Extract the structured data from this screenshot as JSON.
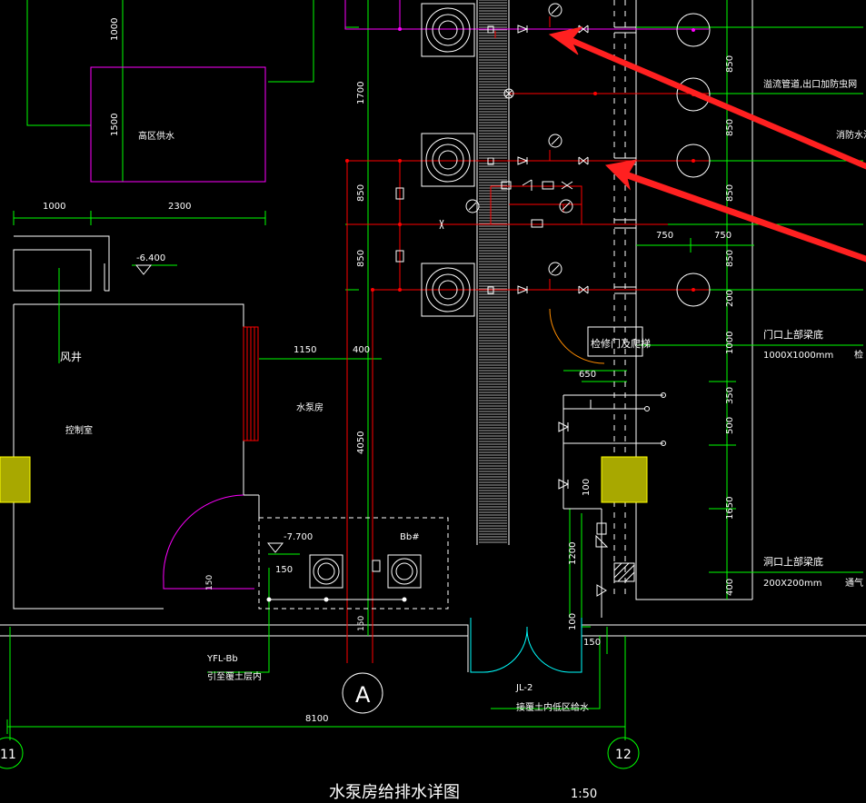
{
  "title": "水泵房给排水详图",
  "scale": "1:50",
  "rooms": {
    "high_tank": "高区供水",
    "wind_shaft": "风井",
    "control_room": "控制室",
    "pump_room": "水泵房",
    "hatch": "检修门及爬梯"
  },
  "levels": {
    "main": "-6.400",
    "pit": "-7.700",
    "pit_tag": "Bb#"
  },
  "notes": {
    "overflow": "溢流管道,出口加防虫网",
    "fire_pool": "消防水池",
    "door_beam": "门口上部梁底",
    "door_size": "1000X1000mm",
    "hole_beam": "洞口上部梁底",
    "hole_size": "200X200mm",
    "vent": "通气",
    "right_cut": "检"
  },
  "pipes": {
    "yfl_tag": "YFL-Bb",
    "yfl_desc": "引至覆土层内",
    "jl_tag": "JL-2",
    "jl_desc": "接覆土内低区给水"
  },
  "axes": {
    "a": "A",
    "n11": "11",
    "n12": "12"
  },
  "dims": {
    "d1000_top": "1000",
    "d1500": "1500",
    "d1000_bottom": "1000",
    "d2300": "2300",
    "d1700": "1700",
    "d850_a": "850",
    "d850_b": "850",
    "d1150": "1150",
    "d400": "400",
    "d4050": "4050",
    "d150_a": "150",
    "d150_b": "150",
    "d150_c": "150",
    "d150_d": "150",
    "d8100": "8100",
    "d850_r1": "850",
    "d850_r2": "850",
    "d850_r3": "850",
    "d850_r4": "850",
    "d750_a": "750",
    "d750_b": "750",
    "d200": "200",
    "d1000_r": "1000",
    "d350": "350",
    "d500": "500",
    "d1650": "1650",
    "d400_r": "400",
    "d650": "650",
    "d100_a": "100",
    "d1200": "1200",
    "d100_b": "100"
  },
  "colors": {
    "wall": "#ffffff",
    "dim": "#00ff00",
    "supply": "#ff0000",
    "magenta": "#ff00ff",
    "cyan": "#00ffff",
    "olive": "#c8c800",
    "arrow": "#ff3030"
  }
}
